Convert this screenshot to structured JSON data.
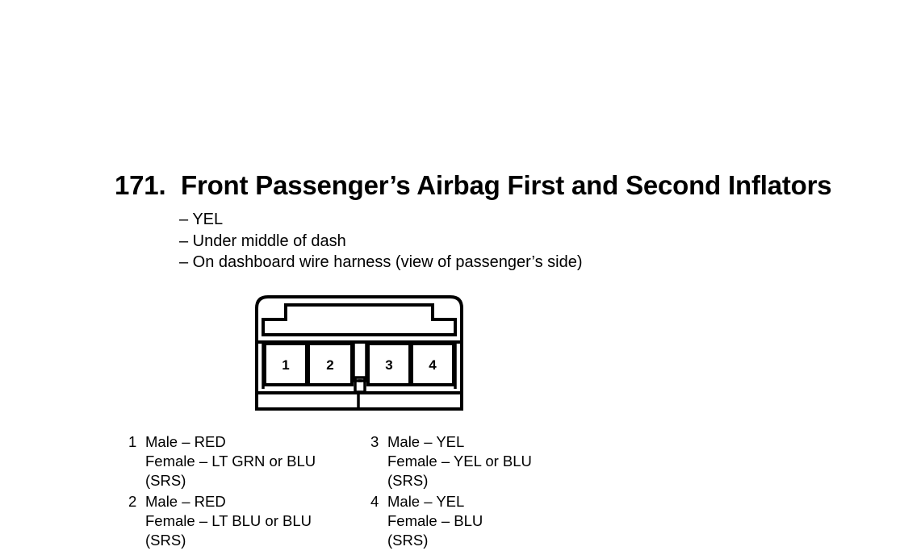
{
  "heading": {
    "number": "171.",
    "title": "Front Passenger’s Airbag First and Second Inflators"
  },
  "info": [
    "– YEL",
    "– Under middle of dash",
    "– On dashboard wire harness (view of passenger’s side)"
  ],
  "connector": {
    "cavity_labels": [
      "1",
      "2",
      "3",
      "4"
    ]
  },
  "terminals": [
    {
      "number": "1",
      "male": "Male – RED",
      "female": "Female – LT GRN or BLU",
      "circuit": "(SRS)"
    },
    {
      "number": "2",
      "male": "Male – RED",
      "female": "Female – LT BLU or BLU",
      "circuit": "(SRS)"
    },
    {
      "number": "3",
      "male": "Male – YEL",
      "female": "Female – YEL or BLU",
      "circuit": "(SRS)"
    },
    {
      "number": "4",
      "male": "Male – YEL",
      "female": "Female – BLU",
      "circuit": "(SRS)"
    }
  ]
}
